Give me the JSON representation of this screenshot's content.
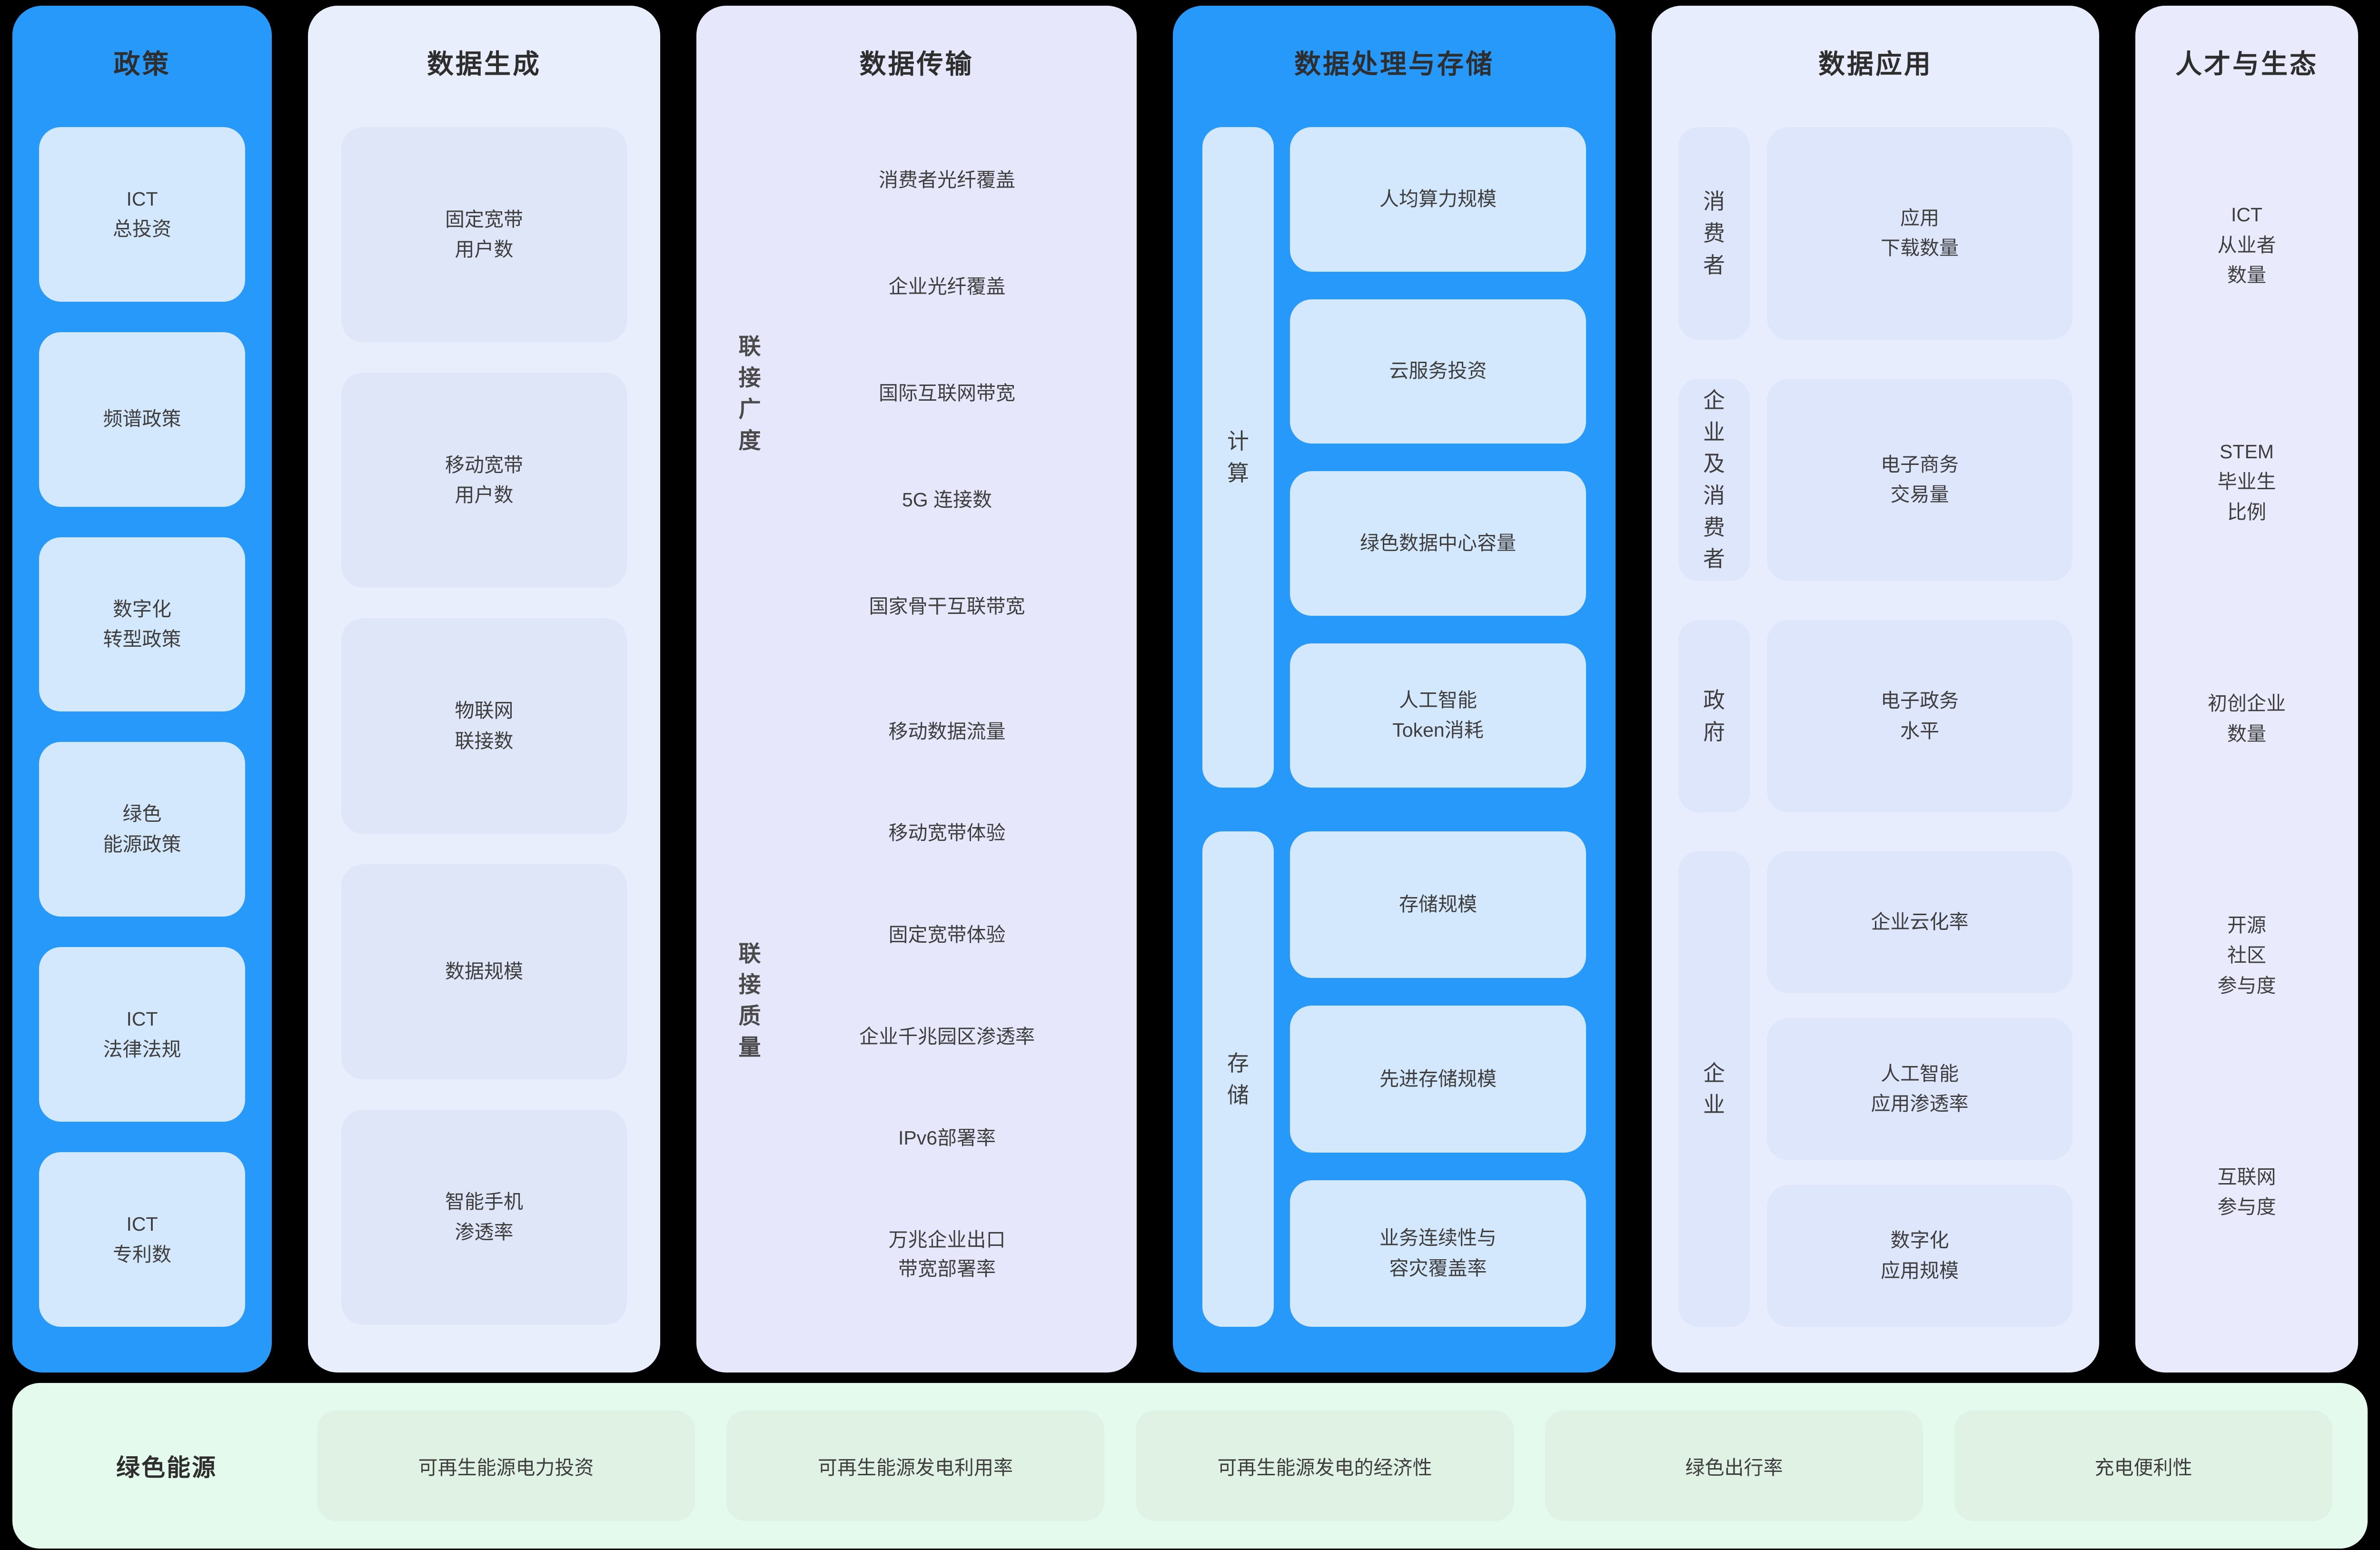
{
  "colors": {
    "background": "#000000",
    "accent_blue": "#2799FA",
    "card_blue": "#D3E8FC",
    "panel_lavender_generation": "#E8EEFC",
    "card_lavender_generation": "#DEE6F8",
    "panel_lavender_transmission": "#E7E7FB",
    "panel_lavender_application": "#E8EDFD",
    "card_lavender_application": "#DDE6FA",
    "panel_lavender_talent": "#EAEAFD",
    "panel_green": "#E4FAEC",
    "card_green": "#DFF2E4",
    "text_dark": "#2E2E2E",
    "text_body": "#3E3E3E"
  },
  "policy": {
    "title": "政策",
    "items": [
      "ICT\n总投资",
      "频谱政策",
      "数字化\n转型政策",
      "绿色\n能源政策",
      "ICT\n法律法规",
      "ICT\n专利数"
    ]
  },
  "generation": {
    "title": "数据生成",
    "items": [
      "固定宽带\n用户数",
      "移动宽带\n用户数",
      "物联网\n联接数",
      "数据规模",
      "智能手机\n渗透率"
    ]
  },
  "transmission": {
    "title": "数据传输",
    "groups": [
      {
        "label": "联\n接\n广\n度",
        "items": [
          "消费者光纤覆盖",
          "企业光纤覆盖",
          "国际互联网带宽",
          "5G 连接数",
          "国家骨干互联带宽"
        ]
      },
      {
        "label": "联\n接\n质\n量",
        "items": [
          "移动数据流量",
          "移动宽带体验",
          "固定宽带体验",
          "企业千兆园区渗透率",
          "IPv6部署率",
          "万兆企业出口\n带宽部署率"
        ]
      }
    ]
  },
  "processing": {
    "title": "数据处理与存储",
    "groups": [
      {
        "label": "计\n算",
        "items": [
          "人均算力规模",
          "云服务投资",
          "绿色数据中心容量",
          "人工智能\nToken消耗"
        ]
      },
      {
        "label": "存\n储",
        "items": [
          "存储规模",
          "先进存储规模",
          "业务连续性与\n容灾覆盖率"
        ]
      }
    ]
  },
  "application": {
    "title": "数据应用",
    "rows": [
      {
        "label": "消\n费\n者",
        "cards": [
          "应用\n下载数量"
        ]
      },
      {
        "label": "企\n业\n及\n消\n费\n者",
        "cards": [
          "电子商务\n交易量"
        ]
      },
      {
        "label": "政\n府",
        "cards": [
          "电子政务\n水平"
        ]
      },
      {
        "label": "企\n业",
        "cards": [
          "企业云化率",
          "人工智能\n应用渗透率",
          "数字化\n应用规模"
        ]
      }
    ]
  },
  "talent": {
    "title": "人才与生态",
    "items": [
      "ICT\n从业者\n数量",
      "STEM\n毕业生\n比例",
      "初创企业\n数量",
      "开源\n社区\n参与度",
      "互联网\n参与度"
    ]
  },
  "green": {
    "label": "绿色能源",
    "items": [
      "可再生能源电力投资",
      "可再生能源发电利用率",
      "可再生能源发电的经济性",
      "绿色出行率",
      "充电便利性"
    ]
  }
}
